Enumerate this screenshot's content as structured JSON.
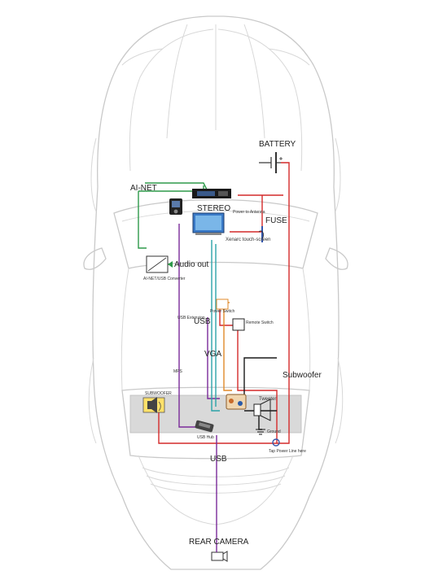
{
  "labels": {
    "battery": "BATTERY",
    "ai_net": "AI-NET",
    "stereo": "STEREO",
    "power_antenna": "Power to Antenna",
    "fuse": "FUSE",
    "xenarc": "Xenarc touch-screen",
    "audio_out": "Audio out",
    "ai_net_converter": "AI-NET/USB Converter",
    "power_switch": "Power Switch",
    "usb_extension": "USB Extension",
    "usb_mid": "USB",
    "remote_switch": "Remote Switch",
    "vga": "VGA",
    "mps": "MPS",
    "subwoofer_right": "Subwoofer",
    "subwoofer_left": "SUBWOOFER",
    "tweeter": "Tweeter",
    "usb_hub": "USB Hub",
    "ground": "Ground",
    "tap_power": "Tap Power Line here",
    "usb_bottom": "USB",
    "rear_camera": "REAR CAMERA"
  },
  "colors": {
    "power_red": "#d42a2a",
    "ai_net_green": "#2e9a4a",
    "usb_purple": "#7a2a9a",
    "vga_teal": "#2aa3a8",
    "orange": "#e08a2a",
    "black": "#1a1a1a",
    "car_outline": "#c9c9c9"
  }
}
